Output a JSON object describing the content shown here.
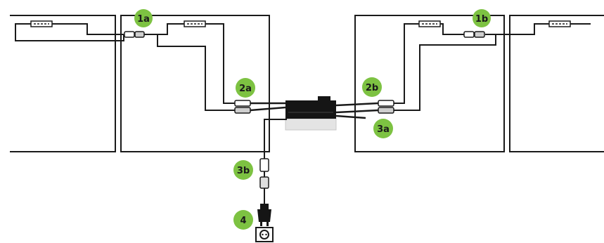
{
  "diagram": {
    "badge_color": "#7dc242",
    "line_color": "#1a1a1a",
    "labels": {
      "connector_1a": "1a",
      "connector_1b": "1b",
      "connector_2a": "2a",
      "connector_2b": "2b",
      "connector_3a": "3a",
      "connector_3b": "3b",
      "plug_4": "4"
    },
    "icons": [
      "solar-panel-icon",
      "microinverter-icon",
      "mc4-connector-icon",
      "ac-plug-icon",
      "wall-socket-icon"
    ]
  }
}
